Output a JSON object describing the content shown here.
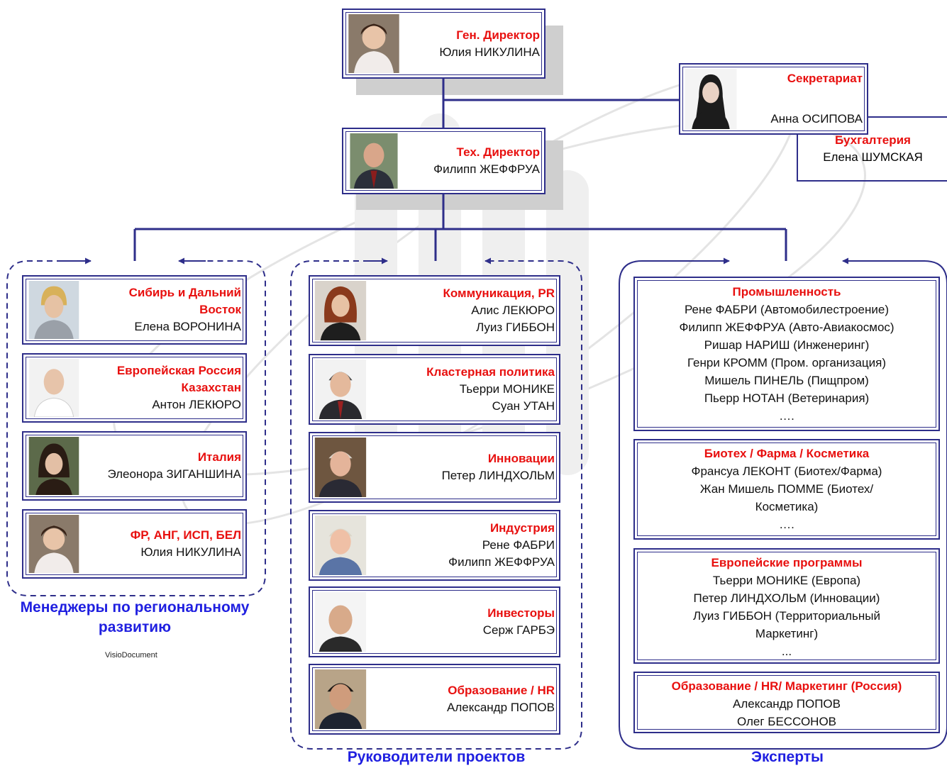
{
  "top": {
    "general": {
      "role": "Ген. Директор",
      "name": "Юлия НИКУЛИНА"
    },
    "secretariat": {
      "role": "Секретариат",
      "name": "Анна ОСИПОВА"
    },
    "accounting": {
      "role": "Бухгалтерия",
      "name": "Елена ШУМСКАЯ"
    },
    "technical": {
      "role": "Тех. Директор",
      "name": "Филипп ЖЕФФРУА"
    }
  },
  "regional": {
    "label": "Менеджеры по региональному развитию",
    "cards": [
      {
        "role": "Сибирь и Дальний Восток",
        "names": [
          "Елена ВОРОНИНА"
        ]
      },
      {
        "role": "Европейская Россия Казахстан",
        "names": [
          "Антон ЛЕКЮРО"
        ]
      },
      {
        "role": "Италия",
        "names": [
          "Элеонора ЗИГАНШИНА"
        ]
      },
      {
        "role": "ФР, АНГ, ИСП, БЕЛ",
        "names": [
          "Юлия НИКУЛИНА"
        ]
      }
    ],
    "watermark": "VisioDocument"
  },
  "projects": {
    "label": "Руководители проектов",
    "cards": [
      {
        "role": "Коммуникация, PR",
        "names": [
          "Алис ЛЕКЮРО",
          "Луиз ГИББОН"
        ]
      },
      {
        "role": "Кластерная политика",
        "names": [
          "Тьерри МОНИКЕ",
          "Суан УТАН"
        ]
      },
      {
        "role": "Инновации",
        "names": [
          "Петер ЛИНДХОЛЬМ"
        ]
      },
      {
        "role": "Индустрия",
        "names": [
          "Рене ФАБРИ",
          "Филипп ЖЕФФРУА"
        ]
      },
      {
        "role": "Инвесторы",
        "names": [
          "Серж ГАРБЭ"
        ]
      },
      {
        "role": "Образование / HR",
        "names": [
          "Александр ПОПОВ"
        ]
      }
    ]
  },
  "experts": {
    "label": "Эксперты",
    "cards": [
      {
        "role": "Промышленность",
        "names": [
          "Рене ФАБРИ (Автомобилестроение)",
          "Филипп ЖЕФФРУА (Авто-Авиакосмос)",
          "Ришар НАРИШ (Инженеринг)",
          "Генри КРОММ (Пром. организация)",
          "Мишель ПИНЕЛЬ (Пищпром)",
          "Пьерр НОТАН (Ветеринария)",
          "…."
        ]
      },
      {
        "role": "Биотех / Фарма / Косметика",
        "names": [
          "Франсуа ЛЕКОНТ (Биотех/Фарма)",
          "Жан Мишель ПОММЕ (Биотех/",
          "Косметика)",
          "…."
        ]
      },
      {
        "role": "Европейские программы",
        "names": [
          "Тьерри МОНИКЕ (Европа)",
          "Петер ЛИНДХОЛЬМ (Инновации)",
          "Луиз ГИББОН (Территориальный",
          "Маркетинг)",
          "..."
        ]
      },
      {
        "role": "Образование / HR/ Маркетинг (Россия)",
        "names": [
          "Александр ПОПОВ",
          "Олег БЕССОНОВ"
        ]
      }
    ]
  },
  "colors": {
    "role": "#e8100f",
    "line": "#2e2e8a",
    "label": "#1f1fe0",
    "shadow": "#cfcfcf",
    "watermark": "#e4e4e4"
  },
  "icons": {
    "photo": "person-photo-icon",
    "arrow": "arrow-right-icon"
  }
}
